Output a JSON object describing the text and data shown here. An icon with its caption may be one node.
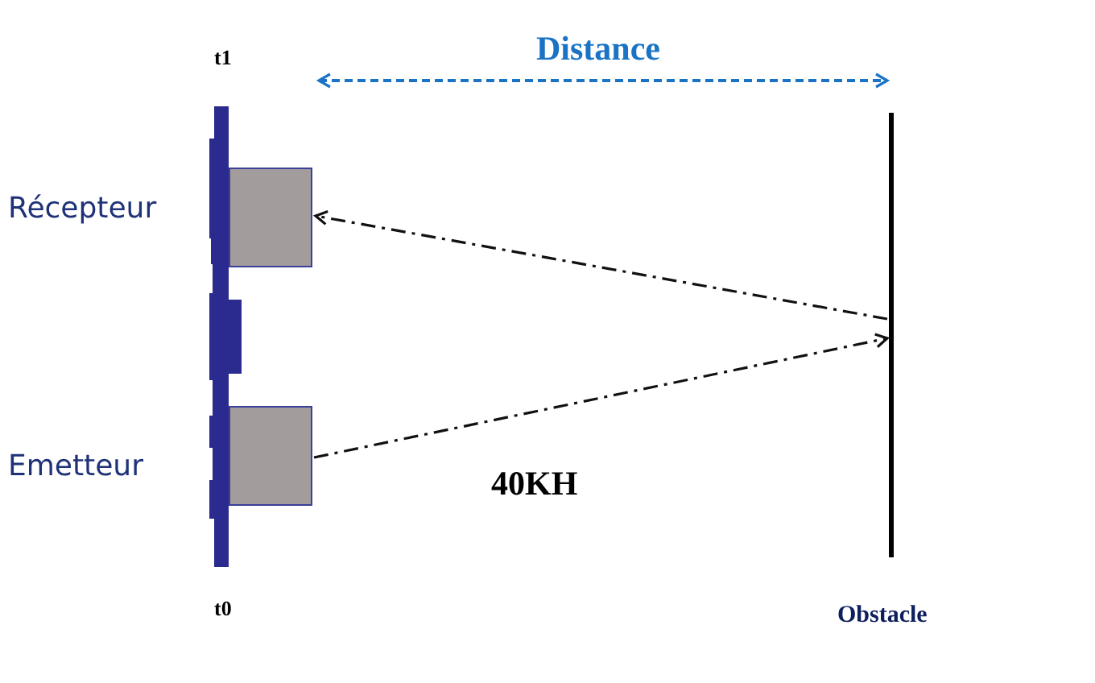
{
  "diagram": {
    "nodes": [
      {
        "text": [],
        "shape": "box",
        "beside": [
          "Récepteur"
        ]
      },
      {
        "text": [],
        "shape": "box",
        "beside": [
          "Emetteur"
        ]
      },
      {
        "text": [],
        "shape": "bar",
        "beside": [
          "Obstacle"
        ]
      }
    ],
    "edges": [
      {
        "from": 1,
        "to": 2,
        "arrow": "to"
      },
      {
        "from": 2,
        "to": 0,
        "arrow": "to"
      }
    ],
    "labels": [
      "t1",
      "Distance",
      "40KH",
      "t0"
    ]
  }
}
